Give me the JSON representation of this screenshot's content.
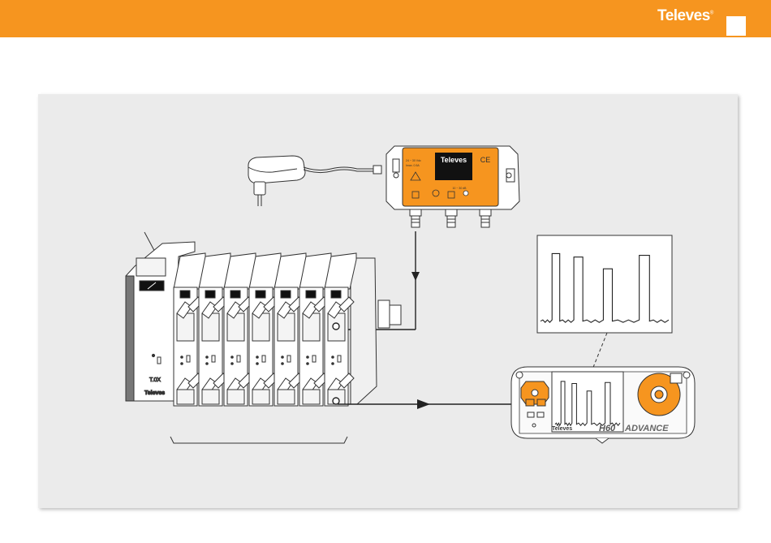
{
  "header": {
    "brand": "Televes",
    "brand_mark": "®"
  },
  "amplifier": {
    "brand": "Televes",
    "ce_mark": "CE",
    "voltage_label": "24 ~ 30 Vdc",
    "power_label": "Imax. 0.5A",
    "attenuator_label": "10 ~ 30 dB",
    "colors": {
      "housing": "#f6951f",
      "panel_dark": "#111111"
    }
  },
  "headend": {
    "brand": "Televes",
    "sub_logo": "T.0X",
    "module_count": 7
  },
  "meter": {
    "brand": "Televes",
    "model": "H60",
    "model_suffix": "ADVANCE"
  },
  "spectrum": {
    "peaks": [
      {
        "start": 0.09,
        "end": 0.15,
        "level": 0.88
      },
      {
        "start": 0.26,
        "end": 0.33,
        "level": 0.84
      },
      {
        "start": 0.49,
        "end": 0.56,
        "level": 0.7
      },
      {
        "start": 0.77,
        "end": 0.85,
        "level": 0.86
      }
    ],
    "noise_floor": 0.08
  },
  "colors": {
    "accent": "#f6951f",
    "panel_bg": "#ebebeb",
    "line": "#222222"
  }
}
